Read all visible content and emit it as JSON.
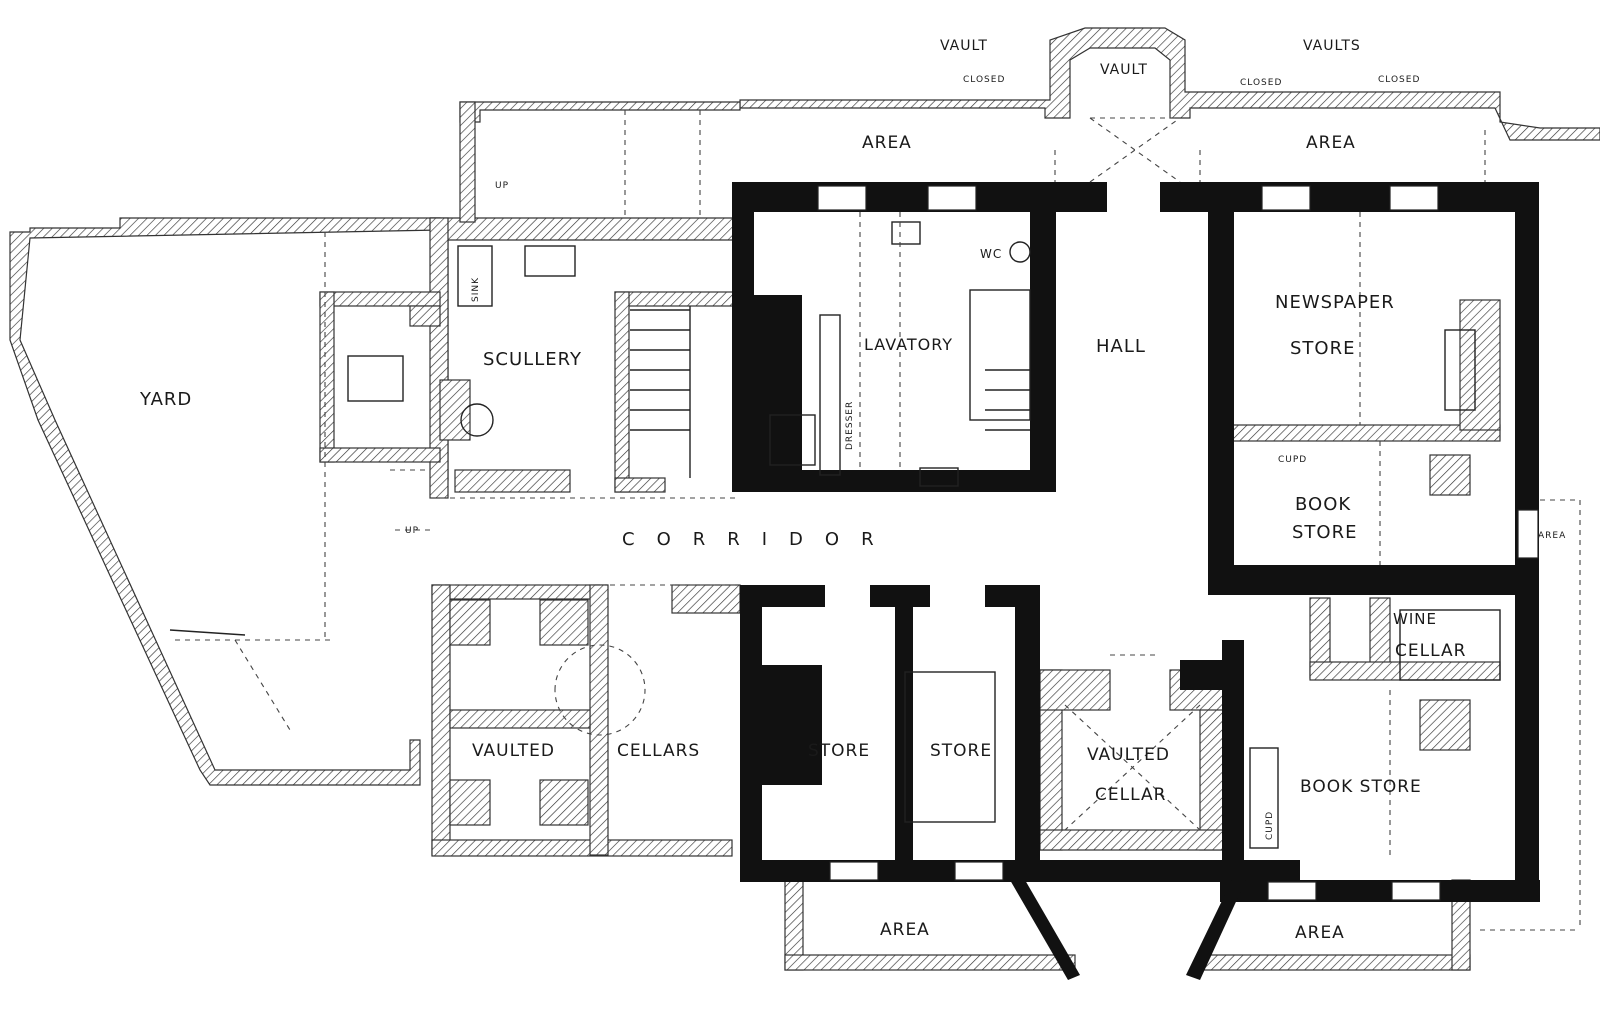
{
  "labels": {
    "yard": "YARD",
    "scullery": "SCULLERY",
    "sink": "SINK",
    "lavatory": "LAVATORY",
    "wc": "WC",
    "dresser": "DRESSER",
    "hall": "HALL",
    "newspaper": "NEWSPAPER",
    "store_1": "STORE",
    "cupd_top": "CUPD",
    "book_1": "BOOK",
    "store_2": "STORE",
    "area_side": "AREA",
    "corridor": "CORRIDOR",
    "wine": "WINE",
    "cellar_wine": "CELLAR",
    "vaulted_1": "VAULTED",
    "cellars": "CELLARS",
    "store_3": "STORE",
    "store_4": "STORE",
    "vaulted_2": "VAULTED",
    "cellar_2": "CELLAR",
    "book_store": "BOOK STORE",
    "cupd_side": "CUPD",
    "area_top_left": "AREA",
    "area_top_right": "AREA",
    "area_bottom_left": "AREA",
    "area_bottom_right": "AREA",
    "vault_1": "VAULT",
    "vault_2": "VAULT",
    "vaults": "VAULTS",
    "closed_1": "CLOSED",
    "closed_2": "CLOSED",
    "closed_3": "CLOSED",
    "up_1": "UP",
    "up_2": "UP"
  }
}
